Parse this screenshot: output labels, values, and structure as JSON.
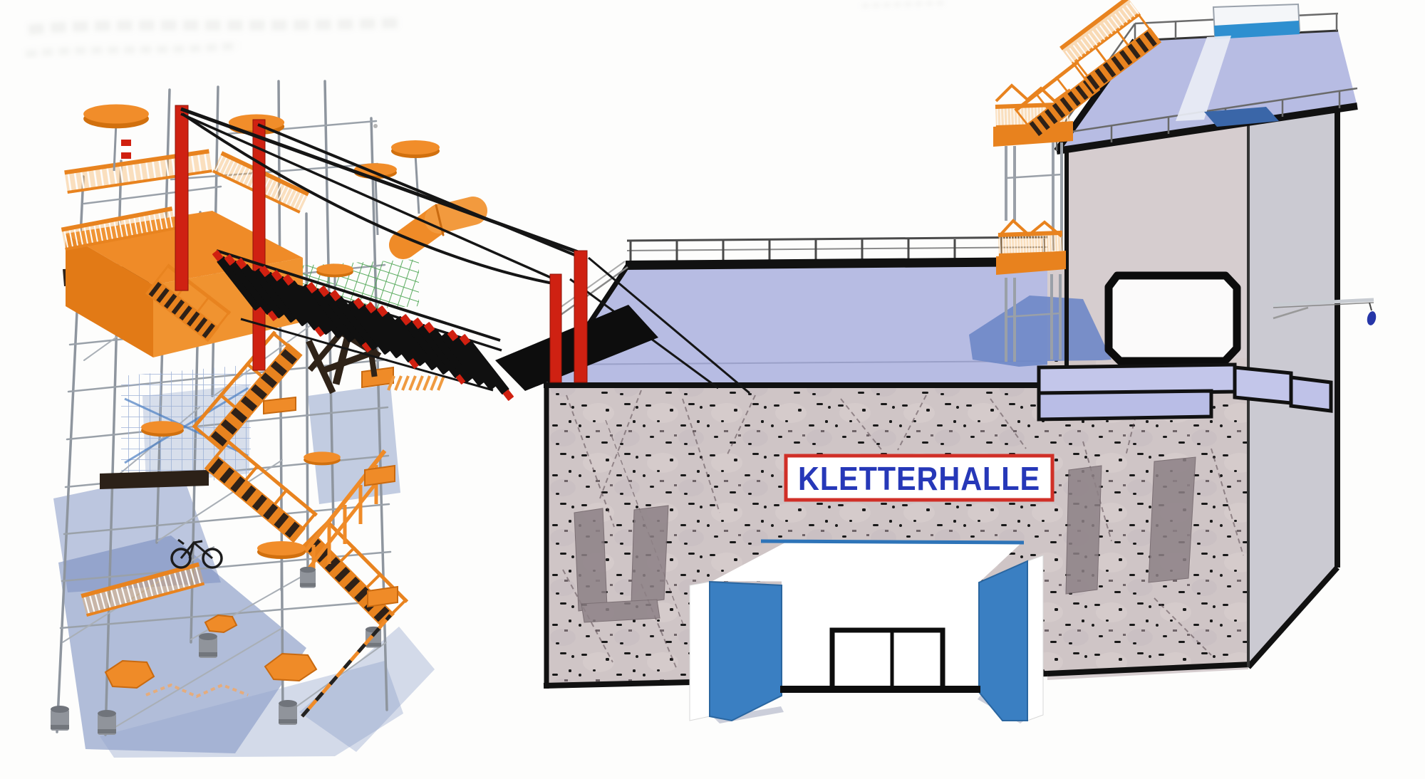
{
  "scene": {
    "description": "Architectural concept rendering: adventure ropes-course scaffold tower connected by a suspension plank bridge to a climbing hall building with rooftop platforms, roof slide and zipline",
    "sign": {
      "text": "KLETTERHALLE",
      "text_color": "#2638b8",
      "border_color": "#d02f27",
      "background": "#ffffff"
    },
    "colors": {
      "roof_lavender": "#b7bce3",
      "concrete_wall": "#cfc5c6",
      "tower_plain_face": "#d6cdcf",
      "tower_right_face": "#cbcad2",
      "structure_orange": "#ef8b28",
      "bridge_post_red": "#cf2112",
      "entrance_blue": "#3a7fc2",
      "glass_panel_blue": "#2e8fd0",
      "cable_black": "#151515",
      "shadow_blue": "#7b90c1",
      "scaffold_gray": "#8e959e"
    },
    "artifacts": {
      "top_left_bleedthrough": "illegible faint scanned-text smudge"
    }
  }
}
